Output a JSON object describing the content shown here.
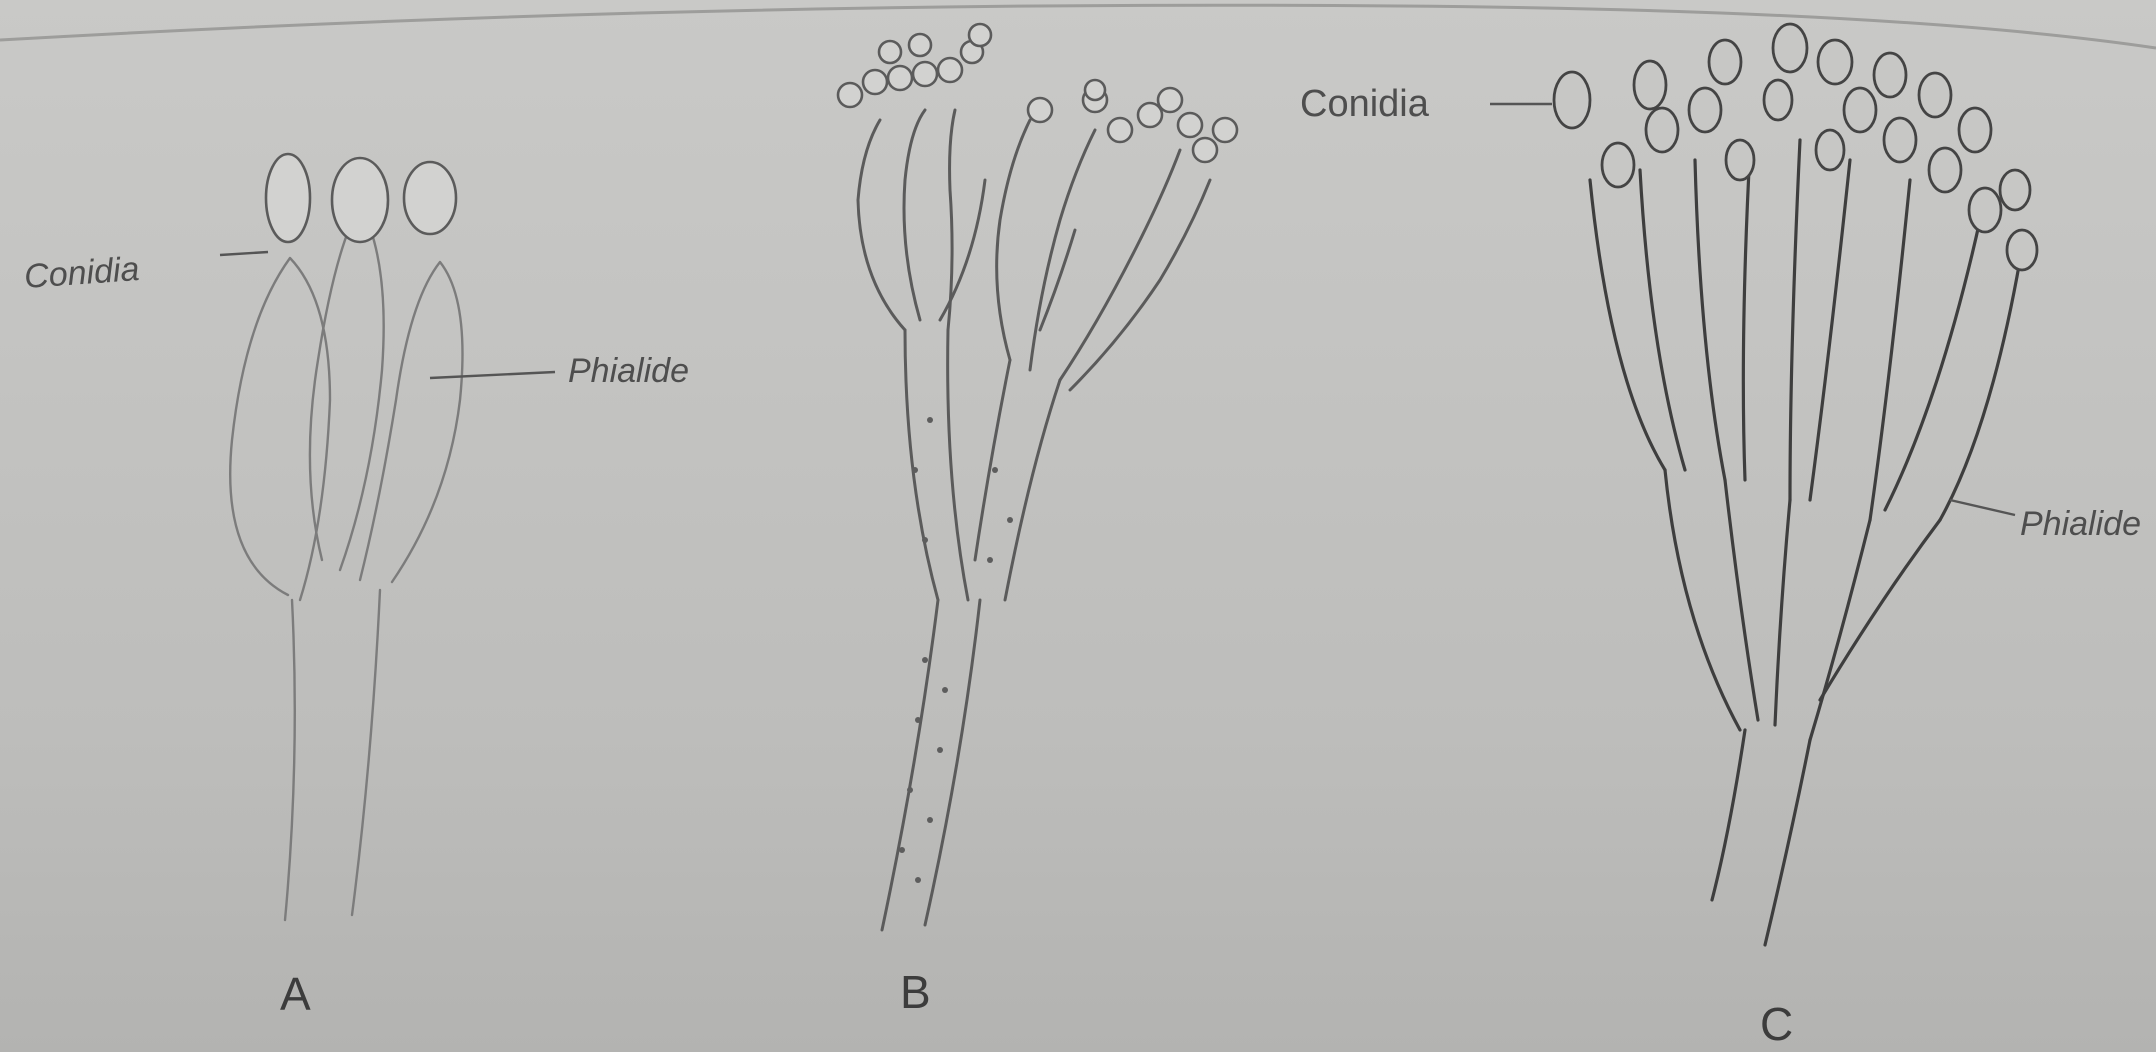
{
  "figure": {
    "panels": [
      {
        "id": "A",
        "letter": "A",
        "callouts": [
          "Conidia",
          "Phialide"
        ]
      },
      {
        "id": "B",
        "letter": "B",
        "callouts": []
      },
      {
        "id": "C",
        "letter": "C",
        "callouts": [
          "Conidia",
          "Phialide"
        ]
      }
    ]
  }
}
